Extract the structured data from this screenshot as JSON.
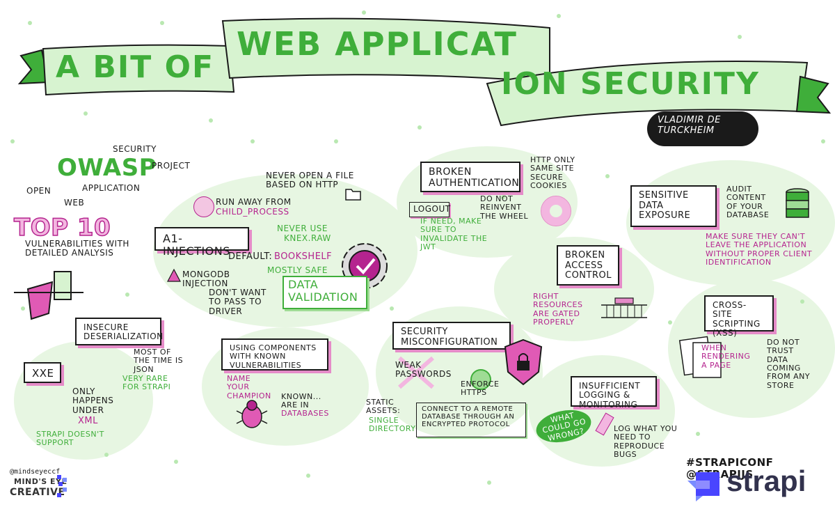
{
  "banner": {
    "part1": "A BIT OF",
    "part2": "WEB APPLICAT",
    "part3": "ION SECURITY"
  },
  "speaker": "VLADIMIR DE TURCKHEIM",
  "owasp": {
    "title": "OWASP",
    "open": "OPEN",
    "web": "WEB",
    "application": "APPLICATION",
    "security": "SECURITY",
    "project": "PROJECT"
  },
  "top10": {
    "title": "TOP 10",
    "desc": "VULNERABILITIES WITH DETAILED ANALYSIS"
  },
  "injections": {
    "never_open": "NEVER OPEN A FILE BASED ON HTTP",
    "run_away": "RUN AWAY FROM",
    "child_process": "CHILD_PROCESS",
    "title": "A1-INJECTIONS",
    "never_use": "NEVER USE",
    "knex": "KNEX.RAW",
    "default_label": "DEFAULT:",
    "bookshelf": "BOOKSHELF",
    "mostly_safe": "MOSTLY SAFE",
    "mongodb": "MONGODB INJECTION",
    "dont_want": "DON'T WANT TO PASS TO DRIVER",
    "data_validation": "DATA VALIDATION"
  },
  "broken_auth": {
    "title": "BROKEN AUTHENTICATION",
    "cookies": "HTTP ONLY SAME SITE SECURE COOKIES",
    "logout": "LOGOUT",
    "logout_note": "IF NEED, MAKE SURE TO INVALIDATE THE JWT",
    "reinvent": "DO NOT REINVENT THE WHEEL"
  },
  "sensitive": {
    "title": "SENSITIVE DATA EXPOSURE",
    "audit": "AUDIT CONTENT OF YOUR DATABASE",
    "note": "MAKE SURE THEY CAN'T LEAVE THE APPLICATION WITHOUT PROPER CLIENT IDENTIFICATION"
  },
  "access": {
    "title": "BROKEN ACCESS CONTROL",
    "note": "RIGHT RESOURCES ARE GATED PROPERLY"
  },
  "xss": {
    "title": "CROSS-SITE SCRIPTING (XSS)",
    "rendering": "WHEN RENDERING A PAGE",
    "trust": "DO NOT TRUST DATA COMING FROM ANY STORE"
  },
  "deserialization": {
    "title": "INSECURE DESERIALIZATION",
    "json": "MOST OF THE TIME IS JSON",
    "rare": "VERY RARE FOR STRAPI"
  },
  "xxe": {
    "title": "XXE",
    "only": "ONLY HAPPENS UNDER",
    "xml": "XML",
    "strapi": "STRAPI DOESN'T SUPPORT"
  },
  "components": {
    "title": "USING COMPONENTS WITH KNOWN VULNERABILITIES",
    "champion": "NAME YOUR CHAMPION",
    "known": "KNOWN... ARE IN",
    "databases": "DATABASES"
  },
  "misconfig": {
    "title": "SECURITY MISCONFIGURATION",
    "weak": "WEAK PASSWORDS",
    "https": "ENFORCE HTTPS",
    "static": "STATIC ASSETS:",
    "single": "SINGLE DIRECTORY",
    "connect": "CONNECT TO A REMOTE DATABASE THROUGH AN ENCRYPTED PROTOCOL"
  },
  "logging": {
    "title": "INSUFFICIENT LOGGING & MONITORING",
    "bubble": "WHAT COULD GO WRONG?",
    "log": "LOG WHAT YOU NEED TO REPRODUCE BUGS"
  },
  "footer": {
    "handle": "@mindseyeccf",
    "minds": "MIND'S EYE",
    "creative": "CREATIVE",
    "hashtags": "#STRAPICONF @STRAPIJS",
    "strapi": "strapi"
  },
  "colors": {
    "green": "#3fae3a",
    "magenta": "#b5248f",
    "pink": "#e58bc8",
    "mint": "#d7f3d0",
    "strapi_blue": "#4945ff"
  },
  "icons": [
    "folder-icon",
    "donut-icon",
    "gear-check-icon",
    "warning-icon",
    "database-icon",
    "gate-icon",
    "bug-icon",
    "shield-lock-icon",
    "door-icon",
    "document-icon",
    "wifi-icon",
    "strapi-logo-icon"
  ]
}
